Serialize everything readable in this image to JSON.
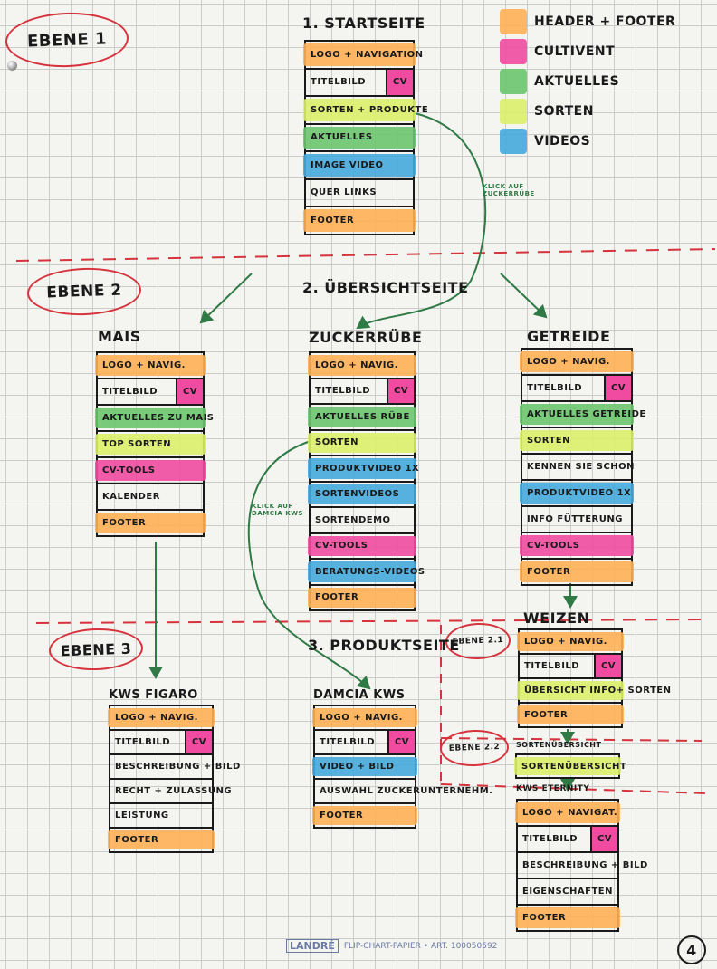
{
  "colors": {
    "header_footer": "#ffb155",
    "cultivent": "#f04ba0",
    "aktuelles": "#6cc56e",
    "sorten": "#dcf06a",
    "videos": "#46aadb"
  },
  "legend": [
    {
      "label": "HEADER + FOOTER",
      "color": "#ffb155"
    },
    {
      "label": "CULTIVENT",
      "color": "#f04ba0"
    },
    {
      "label": "AKTUELLES",
      "color": "#6cc56e"
    },
    {
      "label": "SORTEN",
      "color": "#dcf06a"
    },
    {
      "label": "VIDEOS",
      "color": "#46aadb"
    }
  ],
  "levels": {
    "ebene1": "EBENE 1",
    "ebene2": "EBENE 2",
    "ebene3": "EBENE 3",
    "ebene21": "EBENE 2.1",
    "ebene22": "EBENE 2.2"
  },
  "sections": {
    "startseite": "1. STARTSEITE",
    "uebersicht": "2. ÜBERSICHTSEITE",
    "produkt": "3. PRODUKTSEITE"
  },
  "pages": [
    {
      "id": "startseite",
      "title": "",
      "rows": [
        {
          "label": "LOGO + NAVIGATION",
          "color": "#ffb155"
        },
        {
          "label": "TITELBILD",
          "cv": "CV"
        },
        {
          "label": "SORTEN + PRODUKTE",
          "color": "#dcf06a"
        },
        {
          "label": "AKTUELLES",
          "color": "#6cc56e"
        },
        {
          "label": "IMAGE VIDEO",
          "color": "#46aadb"
        },
        {
          "label": "QUER LINKS"
        },
        {
          "label": "FOOTER",
          "color": "#ffb155"
        }
      ]
    },
    {
      "id": "mais",
      "title": "MAIS",
      "rows": [
        {
          "label": "LOGO + NAVIG.",
          "color": "#ffb155"
        },
        {
          "label": "TITELBILD",
          "cv": "CV"
        },
        {
          "label": "AKTUELLES ZU MAIS",
          "color": "#6cc56e"
        },
        {
          "label": "TOP SORTEN",
          "color": "#dcf06a"
        },
        {
          "label": "CV-TOOLS",
          "color": "#f04ba0"
        },
        {
          "label": "KALENDER"
        },
        {
          "label": "FOOTER",
          "color": "#ffb155"
        }
      ]
    },
    {
      "id": "zuckerruebe",
      "title": "ZUCKERRÜBE",
      "rows": [
        {
          "label": "LOGO + NAVIG.",
          "color": "#ffb155"
        },
        {
          "label": "TITELBILD",
          "cv": "CV"
        },
        {
          "label": "AKTUELLES RÜBE",
          "color": "#6cc56e"
        },
        {
          "label": "SORTEN",
          "color": "#dcf06a"
        },
        {
          "label": "PRODUKTVIDEO 1X",
          "color": "#46aadb"
        },
        {
          "label": "SORTENVIDEOS",
          "color": "#46aadb"
        },
        {
          "label": "SORTENDEMO"
        },
        {
          "label": "CV-TOOLS",
          "color": "#f04ba0"
        },
        {
          "label": "BERATUNGS-VIDEOS",
          "color": "#46aadb"
        },
        {
          "label": "FOOTER",
          "color": "#ffb155"
        }
      ]
    },
    {
      "id": "getreide",
      "title": "GETREIDE",
      "rows": [
        {
          "label": "LOGO + NAVIG.",
          "color": "#ffb155"
        },
        {
          "label": "TITELBILD",
          "cv": "CV"
        },
        {
          "label": "AKTUELLES GETREIDE",
          "color": "#6cc56e"
        },
        {
          "label": "SORTEN",
          "color": "#dcf06a"
        },
        {
          "label": "KENNEN SIE SCHON"
        },
        {
          "label": "PRODUKTVIDEO 1X",
          "color": "#46aadb"
        },
        {
          "label": "INFO FÜTTERUNG"
        },
        {
          "label": "CV-TOOLS",
          "color": "#f04ba0"
        },
        {
          "label": "FOOTER",
          "color": "#ffb155"
        }
      ]
    },
    {
      "id": "weizen",
      "title": "WEIZEN",
      "rows": [
        {
          "label": "LOGO + NAVIG.",
          "color": "#ffb155"
        },
        {
          "label": "TITELBILD",
          "cv": "CV"
        },
        {
          "label": "ÜBERSICHT INFO+ SORTEN",
          "color": "#dcf06a"
        },
        {
          "label": "FOOTER",
          "color": "#ffb155"
        }
      ]
    },
    {
      "id": "sortenuebersicht",
      "title": "SORTENÜBERSICHT",
      "rows": [
        {
          "label": "SORTENÜBERSICHT",
          "color": "#dcf06a"
        }
      ]
    },
    {
      "id": "kws_eternity",
      "title": "KWS ETERNITY",
      "rows": [
        {
          "label": "LOGO + NAVIGAT.",
          "color": "#ffb155"
        },
        {
          "label": "TITELBILD",
          "cv": "CV"
        },
        {
          "label": "BESCHREIBUNG + BILD"
        },
        {
          "label": "EIGENSCHAFTEN"
        },
        {
          "label": "FOOTER",
          "color": "#ffb155"
        }
      ]
    },
    {
      "id": "kws_figaro",
      "title": "KWS FIGARO",
      "rows": [
        {
          "label": "LOGO + NAVIG.",
          "color": "#ffb155"
        },
        {
          "label": "TITELBILD",
          "cv": "CV"
        },
        {
          "label": "BESCHREIBUNG + BILD"
        },
        {
          "label": "RECHT + ZULASSUNG"
        },
        {
          "label": "LEISTUNG"
        },
        {
          "label": "FOOTER",
          "color": "#ffb155"
        }
      ]
    },
    {
      "id": "damcia_kws",
      "title": "DAMCIA KWS",
      "rows": [
        {
          "label": "LOGO + NAVIG.",
          "color": "#ffb155"
        },
        {
          "label": "TITELBILD",
          "cv": "CV"
        },
        {
          "label": "VIDEO + BILD",
          "color": "#46aadb"
        },
        {
          "label": "AUSWAHL ZUCKERUNTERNEHM."
        },
        {
          "label": "FOOTER",
          "color": "#ffb155"
        }
      ]
    }
  ],
  "notes": {
    "klick1": "KLICK AUF ZUCKERRÜBE",
    "klick2": "KLICK AUF DAMCIA KWS"
  },
  "brand": {
    "logo": "LANDRÉ",
    "text": "FLIP-CHART-PAPIER • ART. 100050592"
  },
  "page_number": "4"
}
